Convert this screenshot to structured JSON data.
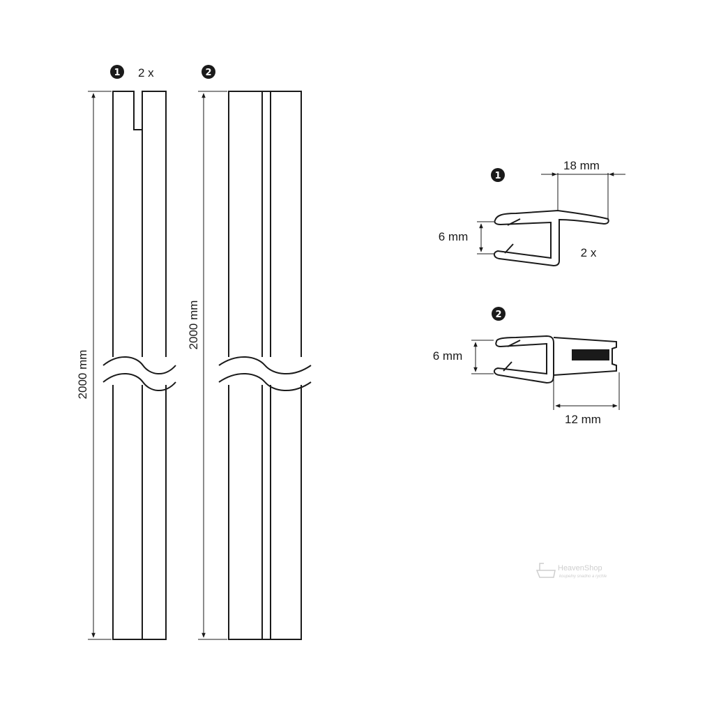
{
  "left_profiles": {
    "profile_1": {
      "badge": "1",
      "quantity": "2 x",
      "length_label": "2000 mm"
    },
    "profile_2": {
      "badge": "2",
      "length_label": "2000 mm"
    }
  },
  "cross_sections": {
    "section_1": {
      "badge": "1",
      "width_label": "18 mm",
      "glass_label": "6 mm",
      "quantity": "2 x"
    },
    "section_2": {
      "badge": "2",
      "glass_label": "6 mm",
      "width_label": "12 mm"
    }
  },
  "watermark": {
    "brand": "HeavenShop",
    "tagline": "koupelny snadno a rychle"
  },
  "colors": {
    "line": "#1a1a1a",
    "background": "#ffffff",
    "watermark": "#c9c9c9"
  }
}
